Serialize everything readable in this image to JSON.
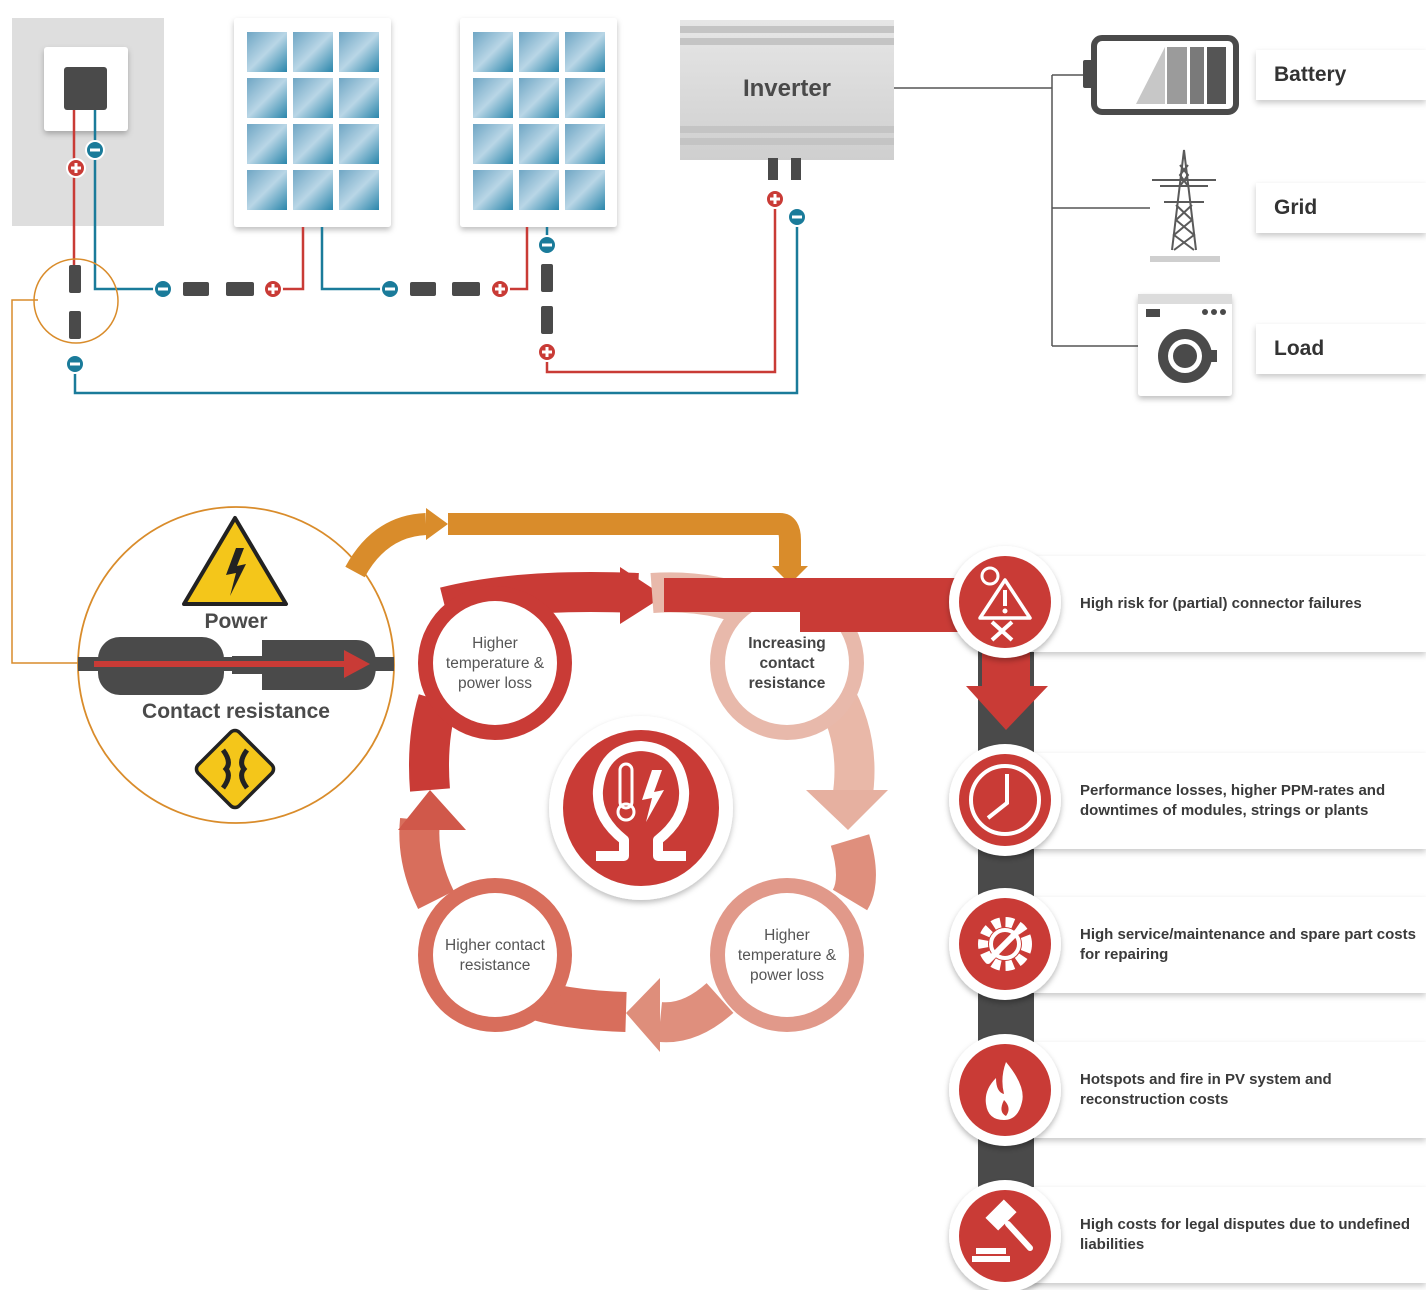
{
  "colors": {
    "red": "#c93b36",
    "red_light": "#e8b9ab",
    "red_mid": "#d86e5c",
    "orange": "#d98c2b",
    "blue": "#1a7b9a",
    "dark": "#4a4a4a",
    "gray_panel": "#dedede"
  },
  "system": {
    "inverter_label": "Inverter",
    "outputs": [
      {
        "id": "battery",
        "label": "Battery",
        "icon": "battery-icon"
      },
      {
        "id": "grid",
        "label": "Grid",
        "icon": "power-tower-icon"
      },
      {
        "id": "load",
        "label": "Load",
        "icon": "washing-machine-icon"
      }
    ]
  },
  "detail": {
    "power_label": "Power",
    "contact_label": "Contact resistance",
    "icons": [
      "high-voltage-warning-icon",
      "narrowing-road-sign-icon"
    ]
  },
  "cycle": {
    "center_icon": "ohm-thermometer-lightning-icon",
    "nodes": [
      {
        "id": "top_right",
        "text": "Increasing contact resistance",
        "emphasis": true
      },
      {
        "id": "bottom_right",
        "text": "Higher temperature & power loss",
        "emphasis": false
      },
      {
        "id": "bottom_left",
        "text": "Higher contact resistance",
        "emphasis": false
      },
      {
        "id": "top_left",
        "text": "Higher temperature & power loss",
        "emphasis": false
      }
    ]
  },
  "consequences": [
    {
      "icon": "connector-failure-warning-icon",
      "text": "High risk for (partial) connector failures"
    },
    {
      "icon": "clock-icon",
      "text": "Performance losses, higher PPM-rates and downtimes of modules, strings or plants"
    },
    {
      "icon": "gear-wrench-icon",
      "text": "High service/maintenance and spare part costs for repairing"
    },
    {
      "icon": "fire-icon",
      "text": "Hotspots and fire in PV system and reconstruction costs"
    },
    {
      "icon": "gavel-icon",
      "text": "High costs for legal disputes due to undefined liabilities"
    }
  ]
}
